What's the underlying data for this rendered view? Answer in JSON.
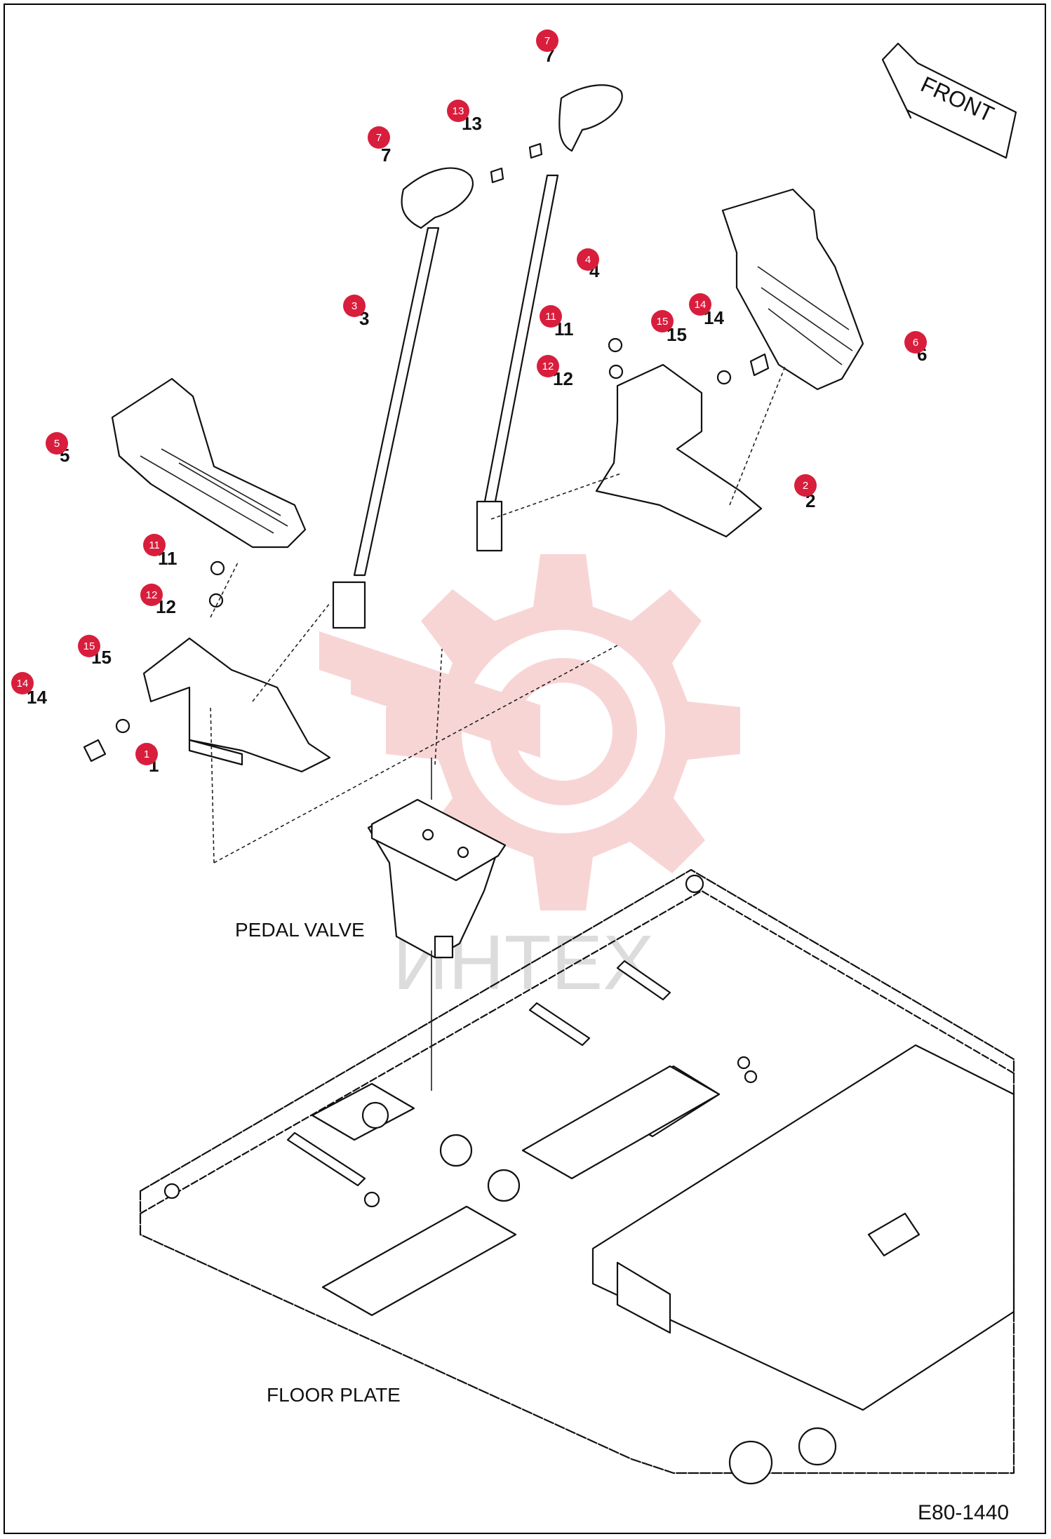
{
  "diagram": {
    "doc_code": "E80-1440",
    "labels": {
      "pedal_valve": "PEDAL VALVE",
      "floor_plate": "FLOOR PLATE",
      "front": "FRONT"
    },
    "callouts": [
      {
        "number": "1",
        "marker": "1"
      },
      {
        "number": "2",
        "marker": "2"
      },
      {
        "number": "3",
        "marker": "3"
      },
      {
        "number": "4",
        "marker": "4"
      },
      {
        "number": "5",
        "marker": "5"
      },
      {
        "number": "6",
        "marker": "6"
      },
      {
        "number": "7",
        "marker": "7"
      },
      {
        "number": "7",
        "marker": "7"
      },
      {
        "number": "11",
        "marker": "11"
      },
      {
        "number": "11",
        "marker": "11"
      },
      {
        "number": "12",
        "marker": "12"
      },
      {
        "number": "12",
        "marker": "12"
      },
      {
        "number": "13",
        "marker": "13"
      },
      {
        "number": "14",
        "marker": "14"
      },
      {
        "number": "14",
        "marker": "14"
      },
      {
        "number": "15",
        "marker": "15"
      },
      {
        "number": "15",
        "marker": "15"
      }
    ],
    "watermark": {
      "text": "ИНТЕХ"
    },
    "colors": {
      "marker": "#d81e3c",
      "watermark": "#f3b3b3",
      "line": "#111111"
    }
  }
}
